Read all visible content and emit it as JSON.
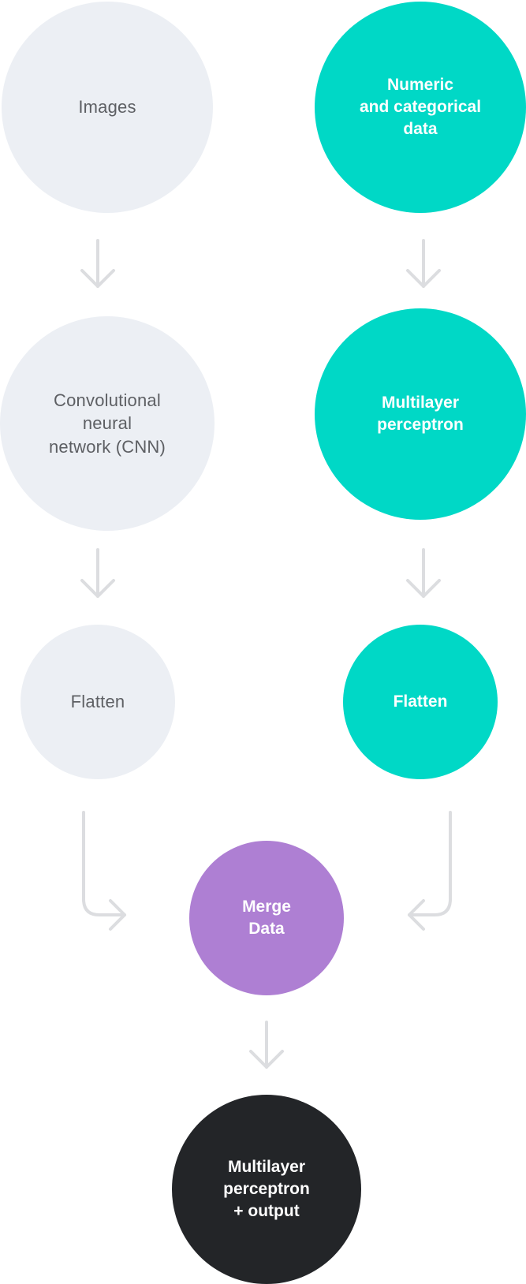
{
  "nodes": {
    "images": "Images",
    "numeric_data": "Numeric\nand categorical\ndata",
    "cnn": "Convolutional\nneural\nnetwork (CNN)",
    "mlp": "Multilayer\nperceptron",
    "flatten_left": "Flatten",
    "flatten_right": "Flatten",
    "merge": "Merge\nData",
    "output": "Multilayer\nperceptron\n+ output"
  },
  "colors": {
    "gray_node": "#eceff4",
    "teal_node": "#00d8c6",
    "purple_node": "#ae7fd3",
    "dark_node": "#232528",
    "arrow": "#dcdde0"
  },
  "icons": [
    "arrow-down-icon",
    "arrow-curve-right-icon",
    "arrow-curve-left-icon"
  ]
}
